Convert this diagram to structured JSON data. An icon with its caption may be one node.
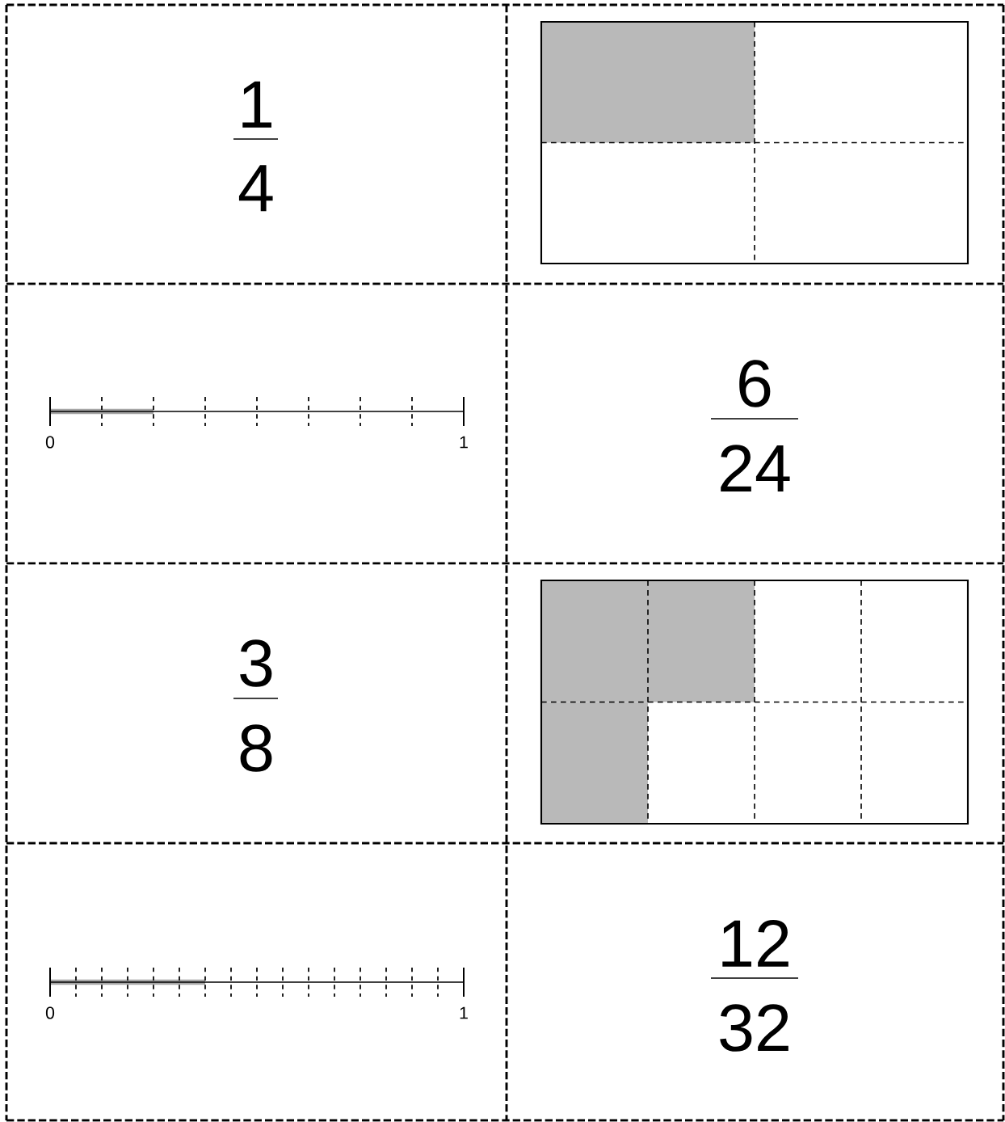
{
  "diagram": {
    "labels": [
      "1",
      "4",
      "0",
      "1",
      "6",
      "24",
      "3",
      "8",
      "0",
      "1",
      "12",
      "32"
    ]
  }
}
